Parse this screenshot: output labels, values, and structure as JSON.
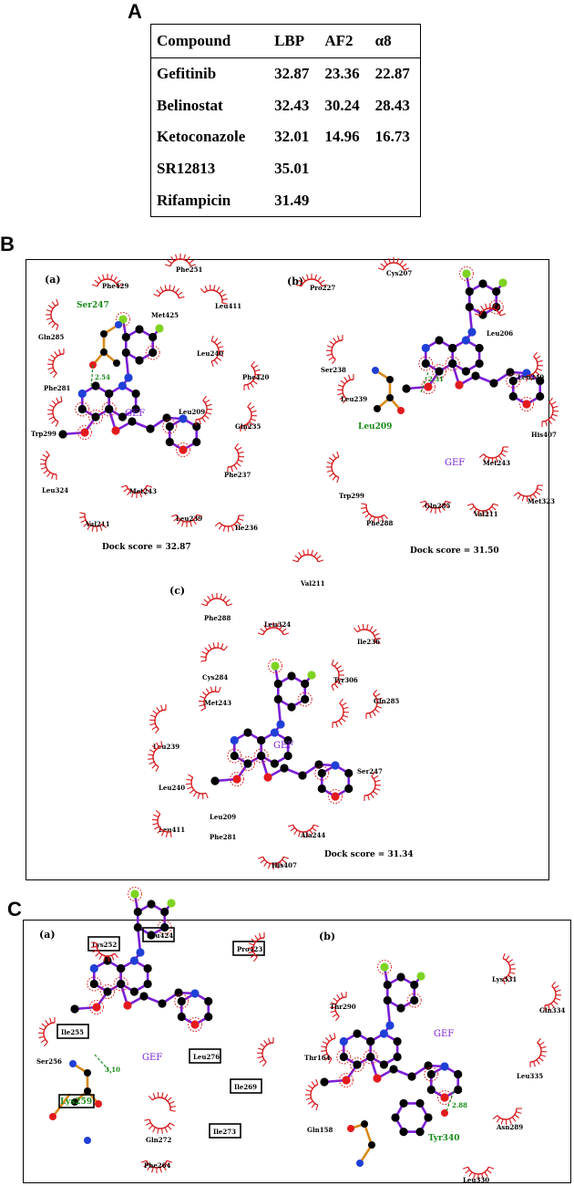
{
  "panel_labels": {
    "a": "A",
    "b": "B",
    "c": "C"
  },
  "table": {
    "headers": [
      "Compound",
      "LBP",
      "AF2",
      "α8"
    ],
    "rows": [
      [
        "Gefitinib",
        "32.87",
        "23.36",
        "22.87"
      ],
      [
        "Belinostat",
        "32.43",
        "30.24",
        "28.43"
      ],
      [
        "Ketoconazole",
        "32.01",
        "14.96",
        "16.73"
      ],
      [
        "SR12813",
        "35.01",
        "",
        ""
      ],
      [
        "Rifampicin",
        "31.49",
        "",
        ""
      ]
    ]
  },
  "ligand_label": "GEF",
  "panel_B": {
    "a": {
      "label": "(a)",
      "dock_score": "Dock score = 32.87",
      "hbond_residue": "Ser247",
      "hbond_distance": "2.54",
      "residues": [
        "Phe429",
        "Phe251",
        "Met425",
        "Leu411",
        "Gln285",
        "Leu240",
        "Phe420",
        "Phe281",
        "Leu209",
        "Gln235",
        "Trp299",
        "Phe237",
        "Leu324",
        "Met243",
        "Leu239",
        "Val211",
        "Ile236"
      ]
    },
    "b": {
      "label": "(b)",
      "dock_score": "Dock score = 31.50",
      "hbond_residue": "Leu209",
      "hbond_distance": "2.31",
      "residues": [
        "Cys207",
        "Pro227",
        "Leu206",
        "Ser238",
        "Leu240",
        "Leu239",
        "His407",
        "Met243",
        "Trp299",
        "Met323",
        "Phe288",
        "Gln285",
        "Val211"
      ]
    },
    "c": {
      "label": "(c)",
      "dock_score": "Dock score = 31.34",
      "residues": [
        "Val211",
        "Phe288",
        "Leu324",
        "Ile236",
        "Cys284",
        "Tyr306",
        "Met243",
        "Gln285",
        "Leu239",
        "Ser247",
        "Leu240",
        "Leu209",
        "Leu411",
        "Phe281",
        "Ala244",
        "His407"
      ]
    }
  },
  "panel_C": {
    "a": {
      "label": "(a)",
      "hbond_residue": "Lys259",
      "hbond_distance": "3.10",
      "boxed_residues": [
        "Lys252",
        "Leu424",
        "Pro423",
        "Ile255",
        "Leu276",
        "Ile269",
        "Ile273"
      ],
      "residues": [
        "Ser256",
        "Gln272",
        "Phe264"
      ]
    },
    "b": {
      "label": "(b)",
      "hbond_residue": "Tyr340",
      "hbond_distance": "2.88",
      "residues": [
        "Lys331",
        "Thr290",
        "Gln334",
        "Thr164",
        "Leu335",
        "Gln158",
        "Asn289",
        "Leu330"
      ]
    }
  },
  "colors": {
    "bond": "#7a1fd6",
    "carbon": "#000000",
    "oxygen": "#e31a1c",
    "nitrogen": "#1f3fd6",
    "fluorine": "#7ed321",
    "residue_arc": "#d7191c",
    "hbond": "#1a8a1a",
    "residue_chain": "#d68a1a"
  }
}
